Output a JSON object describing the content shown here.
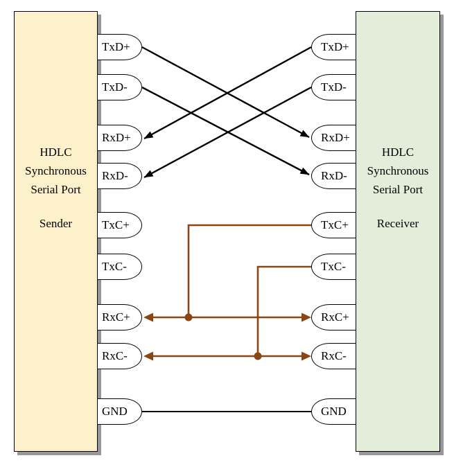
{
  "diagram": {
    "sender": {
      "title_lines": [
        "HDLC",
        "Synchronous",
        "Serial Port"
      ],
      "role": "Sender",
      "fill": "#fcf1cb"
    },
    "receiver": {
      "title_lines": [
        "HDLC",
        "Synchronous",
        "Serial Port"
      ],
      "role": "Receiver",
      "fill": "#e3eeda"
    },
    "sender_ports": [
      "TxD+",
      "TxD-",
      "RxD+",
      "RxD-",
      "TxC+",
      "TxC-",
      "RxC+",
      "RxC-",
      "GND"
    ],
    "receiver_ports": [
      "TxD+",
      "TxD-",
      "RxD+",
      "RxD-",
      "TxC+",
      "TxC-",
      "RxC+",
      "RxC-",
      "GND"
    ],
    "connections": [
      {
        "from": "Sender.TxD+",
        "to": "Receiver.RxD+",
        "color": "black",
        "arrow": "end"
      },
      {
        "from": "Sender.TxD-",
        "to": "Receiver.RxD-",
        "color": "black",
        "arrow": "end"
      },
      {
        "from": "Receiver.TxD+",
        "to": "Sender.RxD+",
        "color": "black",
        "arrow": "end"
      },
      {
        "from": "Receiver.TxD-",
        "to": "Sender.RxD-",
        "color": "black",
        "arrow": "end"
      },
      {
        "from": "Receiver.TxC+",
        "to": "RxC+ bus (Sender.RxC+ <-> Receiver.RxC+)",
        "color": "brown",
        "arrow": "both",
        "junction_dot": true
      },
      {
        "from": "Receiver.TxC-",
        "to": "RxC- bus (Sender.RxC- <-> Receiver.RxC-)",
        "color": "brown",
        "arrow": "both",
        "junction_dot": true
      },
      {
        "from": "Sender.GND",
        "to": "Receiver.GND",
        "color": "black",
        "arrow": "none"
      }
    ],
    "colors": {
      "sender_fill": "#fcf1cb",
      "receiver_fill": "#e3eeda",
      "data_wire": "#000000",
      "clock_wire": "#8b4513",
      "shadow": "#98989b",
      "pill_fill": "#ffffff",
      "outline": "#000000"
    }
  }
}
